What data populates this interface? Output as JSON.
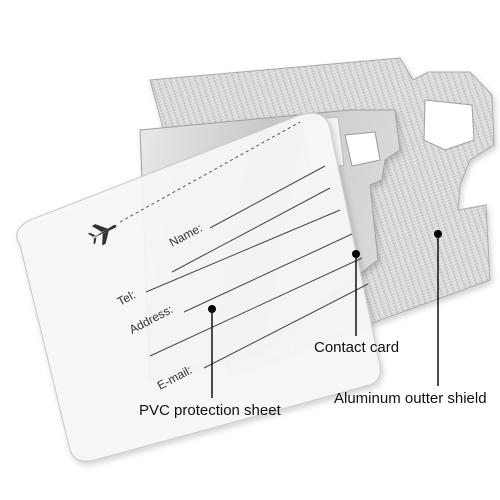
{
  "product": {
    "card_fields": {
      "name": "Name:",
      "tel": "Tel:",
      "address": "Address:",
      "email": "E-mail:"
    },
    "icons": [
      "airplane-icon"
    ]
  },
  "callouts": {
    "pvc_sheet": "PVC protection sheet",
    "contact_card": "Contact card",
    "aluminum_shield": "Aluminum outter shield"
  },
  "colors": {
    "background": "#ffffff",
    "aluminum": "#d9d9d9",
    "pvc": "#f6f6f6",
    "text": "#111111"
  }
}
